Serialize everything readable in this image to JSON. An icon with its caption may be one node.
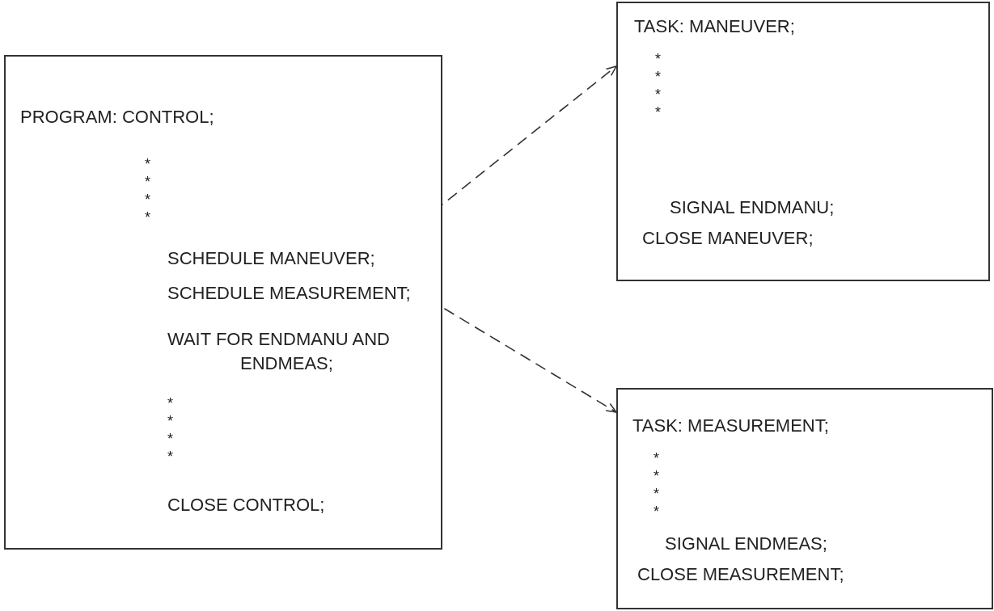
{
  "diagram": {
    "nodes": [
      {
        "text": [
          "PROGRAM: CONTROL;",
          "* * * *",
          "WAIT FOR ENDMANU AND ENDMEAS;",
          "* * * *",
          "CLOSE CONTROL;"
        ]
      },
      {
        "text": [
          "SCHEDULE MANEUVER;"
        ],
        "in": 0
      },
      {
        "text": [
          "SCHEDULE MEASUREMENT;"
        ],
        "in": 0
      },
      {
        "text": [
          "TASK: MANEUVER;",
          "* * * *",
          "SIGNAL ENDMANU;",
          "CLOSE MANEUVER;"
        ]
      },
      {
        "text": [
          "TASK: MEASUREMENT;",
          "* * * *",
          "SIGNAL ENDMEAS;",
          "CLOSE MEASUREMENT;"
        ]
      }
    ],
    "edges": [
      {
        "from": 1,
        "to": 3,
        "arrow": "to",
        "style": "dashed"
      },
      {
        "from": 2,
        "to": 4,
        "arrow": "to",
        "style": "dashed"
      }
    ]
  }
}
